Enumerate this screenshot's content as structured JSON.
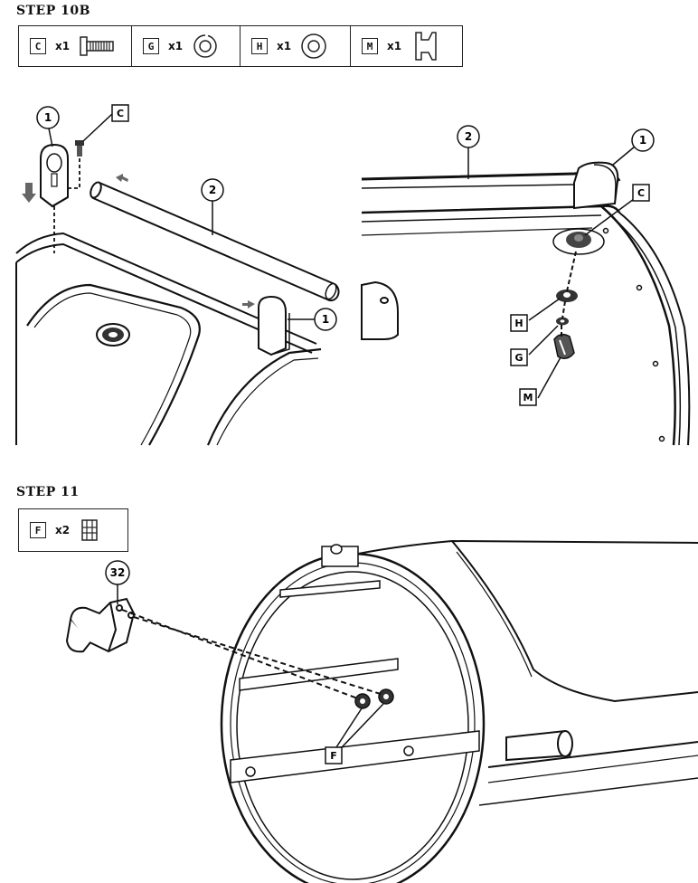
{
  "step10b": {
    "title": "STEP 10B",
    "parts": [
      {
        "letter": "C",
        "qty": "x1",
        "icon": "bolt-icon"
      },
      {
        "letter": "G",
        "qty": "x1",
        "icon": "lock-washer-icon"
      },
      {
        "letter": "H",
        "qty": "x1",
        "icon": "flat-washer-icon"
      },
      {
        "letter": "M",
        "qty": "x1",
        "icon": "clip-icon"
      }
    ],
    "left_figure": {
      "callout_1_top": "1",
      "callout_c": "C",
      "callout_2": "2",
      "callout_1_bottom": "1"
    },
    "right_figure": {
      "callout_2": "2",
      "callout_1": "1",
      "callout_c": "C",
      "callout_h": "H",
      "callout_g": "G",
      "callout_m": "M"
    }
  },
  "step11": {
    "title": "STEP 11",
    "parts": [
      {
        "letter": "F",
        "qty": "x2",
        "icon": "nut-icon"
      }
    ],
    "figure": {
      "callout_32": "32",
      "callout_f": "F"
    }
  }
}
